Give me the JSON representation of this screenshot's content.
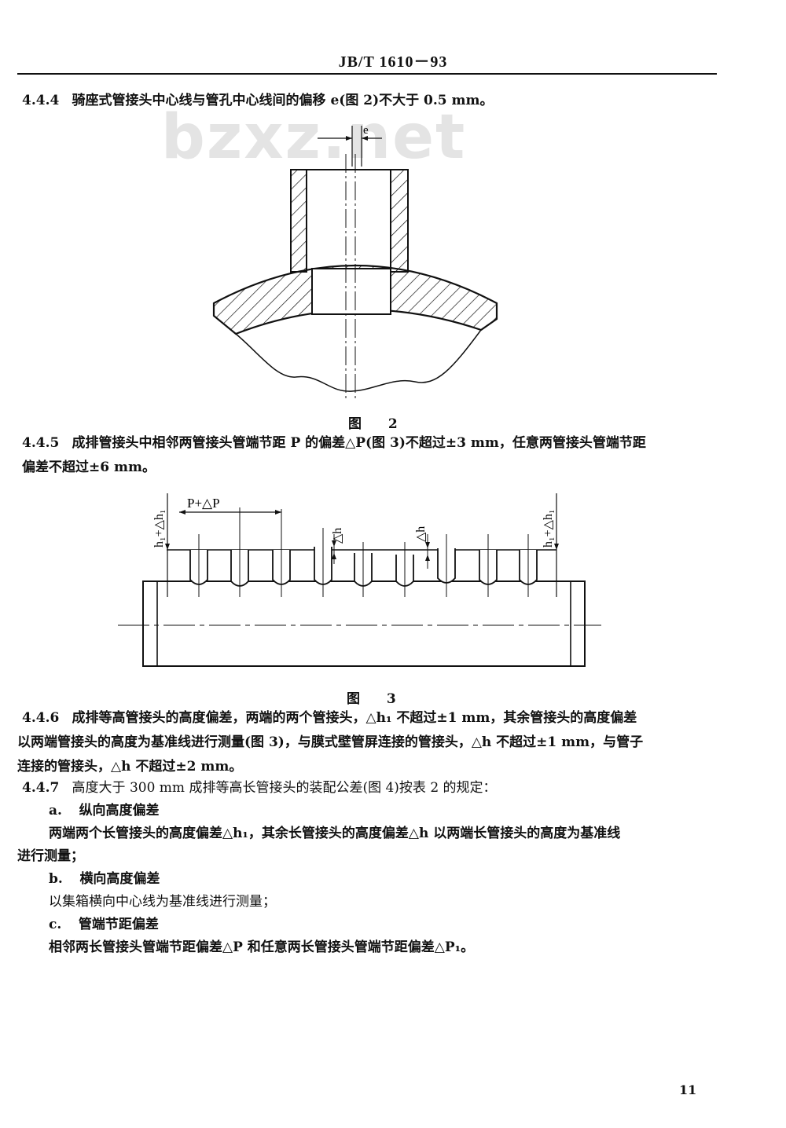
{
  "header": {
    "title": "JB/T 1610－93"
  },
  "watermark": "bzxz.net",
  "sections": {
    "s444": {
      "num": "4.4.4",
      "text": "骑座式管接头中心线与管孔中心线间的偏移 e(图 2)不大于 0.5 mm。"
    },
    "fig2": {
      "caption": "图 2",
      "label_e": "e"
    },
    "s445": {
      "num": "4.4.5",
      "text": "成排管接头中相邻两管接头管端节距 P 的偏差△P(图 3)不超过±3 mm，任意两管接头管端节距",
      "line2": "偏差不超过±6 mm。"
    },
    "fig3": {
      "caption": "图 3",
      "label_pitch": "P+△P",
      "label_h1_left": "h₁+△h₁",
      "label_dh_1": "△h",
      "label_dh_2": "△h",
      "label_h1_right": "h₁+△h₁"
    },
    "s446": {
      "num": "4.4.6",
      "line1": "成排等高管接头的高度偏差，两端的两个管接头，△h₁ 不超过±1 mm，其余管接头的高度偏差",
      "line2": "以两端管接头的高度为基准线进行测量(图 3)，与膜式壁管屏连接的管接头，△h 不超过±1 mm，与管子",
      "line3": "连接的管接头，△h 不超过±2 mm。"
    },
    "s447": {
      "num": "4.4.7",
      "text": "高度大于 300 mm 成排等高长管接头的装配公差(图 4)按表 2 的规定：",
      "a_label": "a.",
      "a_title": "纵向高度偏差",
      "a_line1": "两端两个长管接头的高度偏差△h₁，其余长管接头的高度偏差△h 以两端长管接头的高度为基准线",
      "a_line2": "进行测量；",
      "b_label": "b.",
      "b_title": "横向高度偏差",
      "b_line1": "以集箱横向中心线为基准线进行测量；",
      "c_label": "c.",
      "c_title": "管端节距偏差",
      "c_line1": "相邻两长管接头管端节距偏差△P 和任意两长管接头管端节距偏差△P₁。"
    }
  },
  "page_number": "11"
}
